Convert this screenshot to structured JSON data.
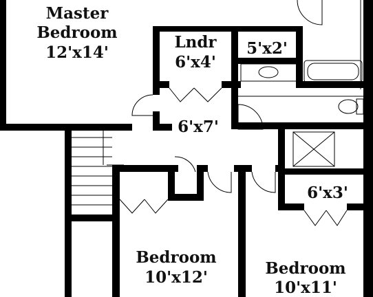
{
  "rooms": {
    "master": {
      "name_line1": "Master",
      "name_line2": "Bedroom",
      "size": "12'x14'"
    },
    "laundry": {
      "name": "Lndr",
      "size": "6'x4'"
    },
    "closet": {
      "size": "5'x2'"
    },
    "hall": {
      "size": "6'x7'"
    },
    "hall_closet": {
      "size": "6'x3'"
    },
    "bedroom_left": {
      "name": "Bedroom",
      "size": "10'x12'"
    },
    "bedroom_right": {
      "name": "Bedroom",
      "size": "10'x11'"
    }
  },
  "colors": {
    "wall": "#000000",
    "background": "#ffffff",
    "text": "#111111"
  }
}
